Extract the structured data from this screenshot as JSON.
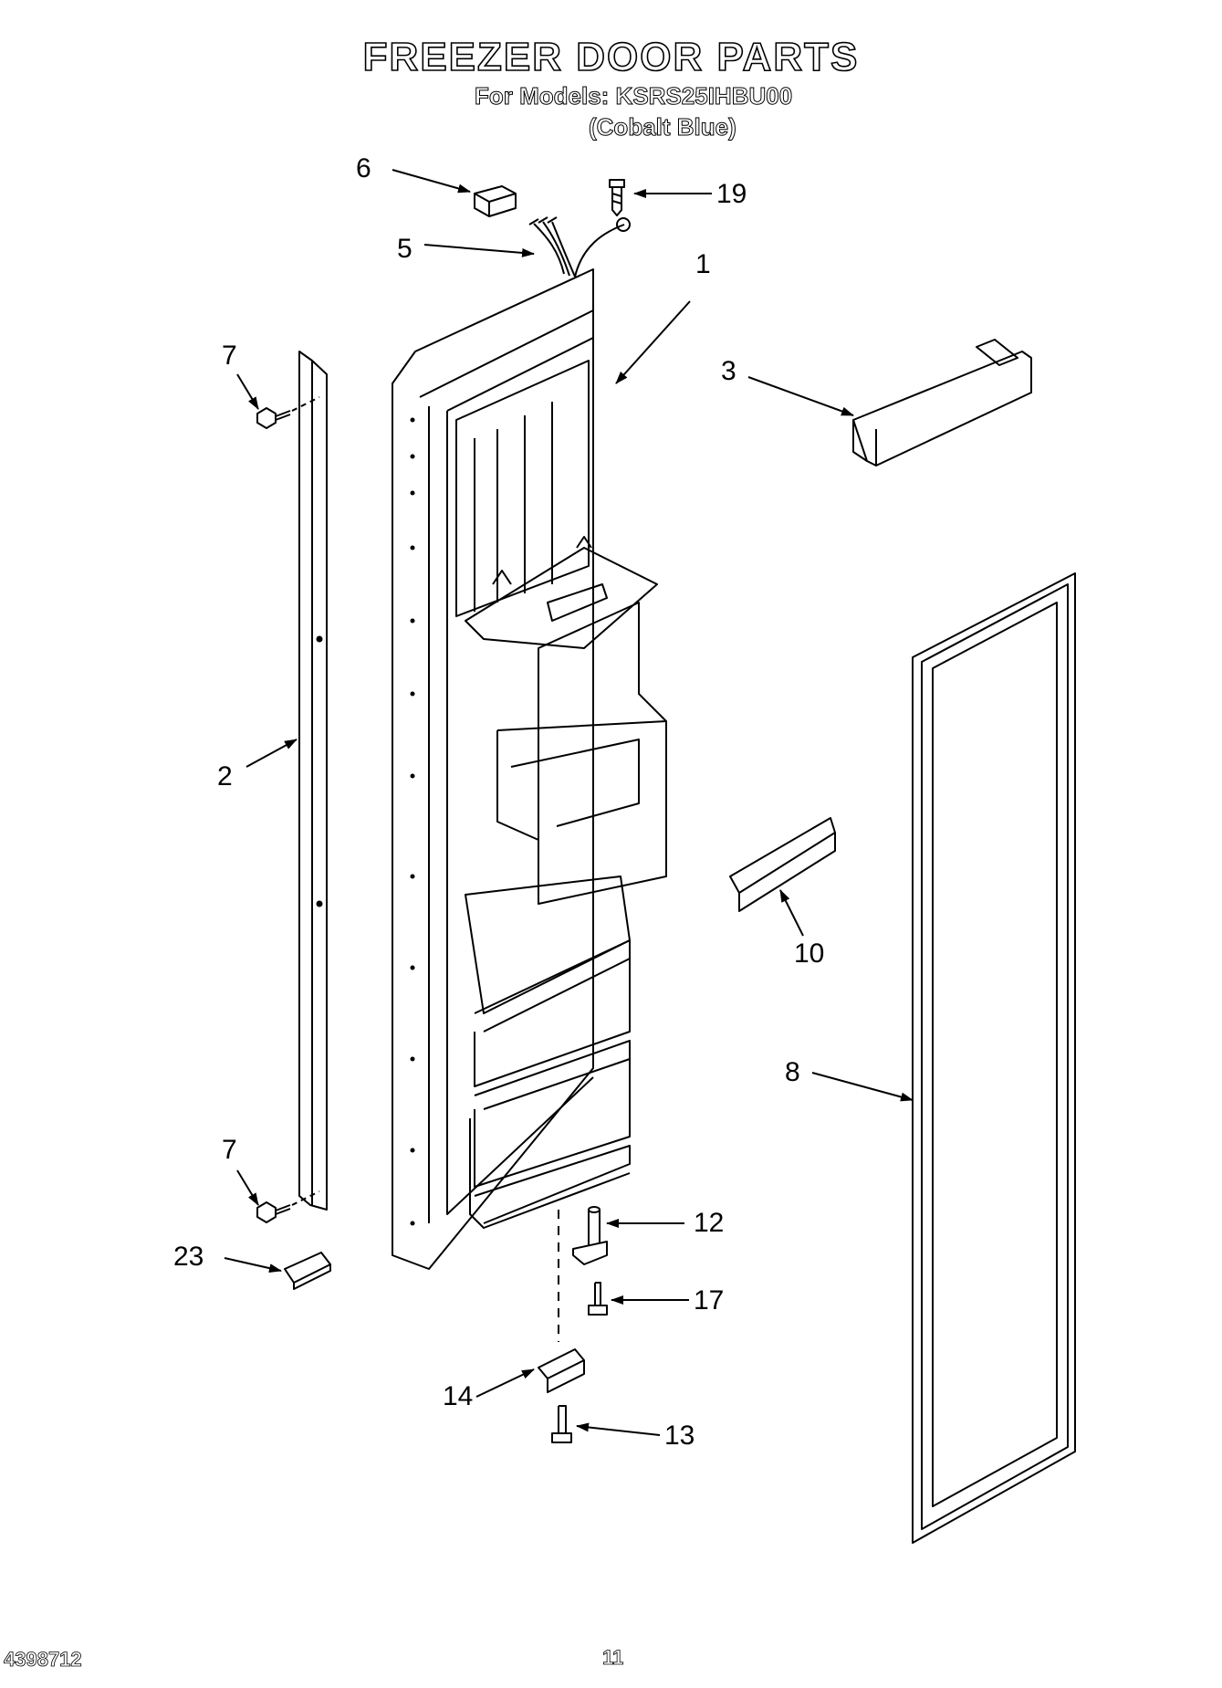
{
  "header": {
    "title": "FREEZER DOOR PARTS",
    "models": "For Models: KSRS25IHBU00",
    "variant": "(Cobalt Blue)"
  },
  "callouts": [
    {
      "id": "c6",
      "label": "6"
    },
    {
      "id": "c19",
      "label": "19"
    },
    {
      "id": "c5",
      "label": "5"
    },
    {
      "id": "c1",
      "label": "1"
    },
    {
      "id": "c7a",
      "label": "7"
    },
    {
      "id": "c3",
      "label": "3"
    },
    {
      "id": "c2",
      "label": "2"
    },
    {
      "id": "c10",
      "label": "10"
    },
    {
      "id": "c8",
      "label": "8"
    },
    {
      "id": "c7b",
      "label": "7"
    },
    {
      "id": "c12",
      "label": "12"
    },
    {
      "id": "c23",
      "label": "23"
    },
    {
      "id": "c17",
      "label": "17"
    },
    {
      "id": "c14",
      "label": "14"
    },
    {
      "id": "c13",
      "label": "13"
    }
  ],
  "footer": {
    "doc_number": "4398712",
    "page_number": "11"
  }
}
